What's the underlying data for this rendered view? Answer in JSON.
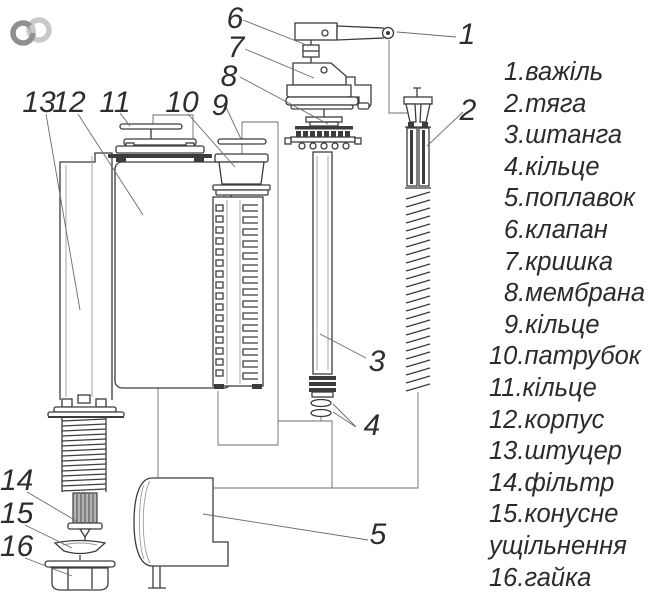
{
  "logo": {
    "icon": "interlocked-rings-icon",
    "dark_color": "#8f8f8f",
    "light_color": "#c9c9c9"
  },
  "colors": {
    "background": "#ffffff",
    "line": "#3c3c3c",
    "text": "#2b2b2b"
  },
  "diagram": {
    "title": "toilet-fill-valve-exploded-parts-diagram",
    "callouts": {
      "lever": "1",
      "rod": "2",
      "shaft": "3",
      "rings": "4",
      "float": "5",
      "valve": "6",
      "cover": "7",
      "membrane": "8",
      "upper_ring": "9",
      "pipe": "10",
      "body_ring": "11",
      "body": "12",
      "fitting": "13",
      "filter": "14",
      "seal": "15",
      "nut": "16"
    }
  },
  "legend": {
    "entries": [
      "1.важіль",
      "2.тяга",
      "3.штанга",
      "4.кільце",
      "5.поплавок",
      "6.клапан",
      "7.кришка",
      "8.мембрана",
      "9.кільце",
      "10.патрубок",
      "11.кільце",
      "12.корпус",
      "13.штуцер",
      "14.фільтр",
      "15.конусне",
      "ущільнення",
      "16.гайка"
    ]
  }
}
